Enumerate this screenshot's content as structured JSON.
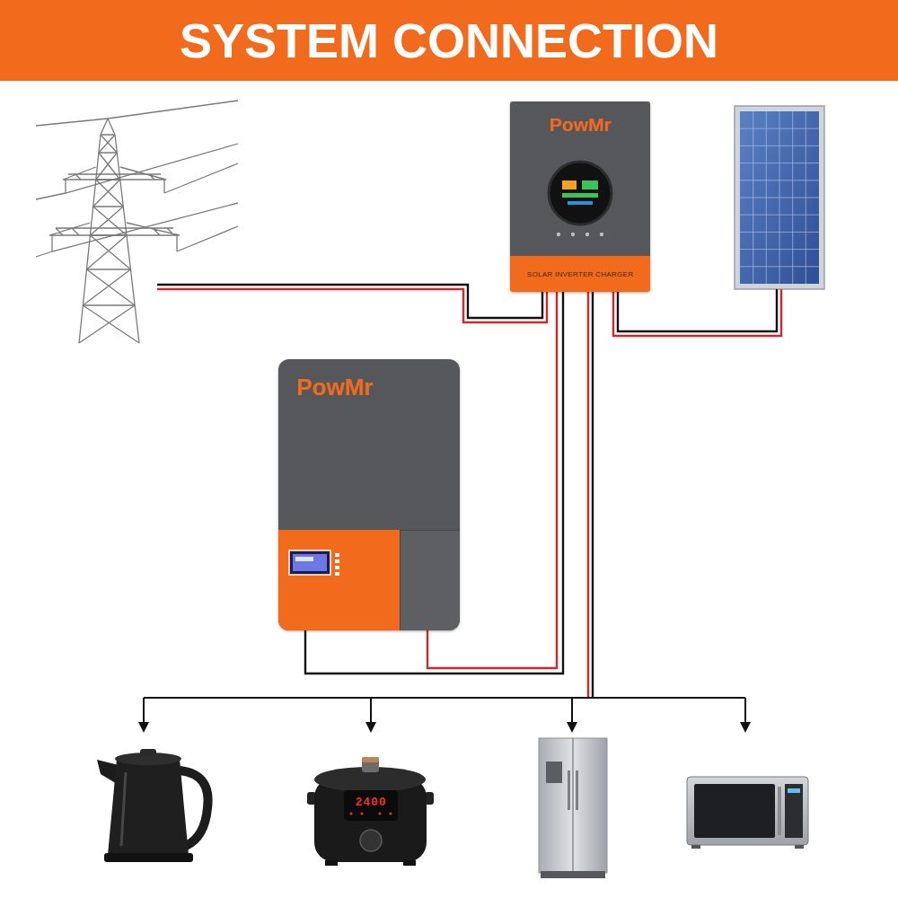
{
  "diagram": {
    "title": "SYSTEM CONNECTION",
    "nodes": [
      {
        "text": [
          "PowMr",
          "SOLAR INVERTER CHARGER"
        ]
      },
      {
        "text": [
          "PowMr"
        ]
      }
    ],
    "edges": [
      {
        "from": 1,
        "to": 0,
        "arrow": "none"
      },
      {
        "from": 1,
        "to": 0,
        "arrow": "none"
      }
    ],
    "labels": [
      "2400"
    ]
  }
}
